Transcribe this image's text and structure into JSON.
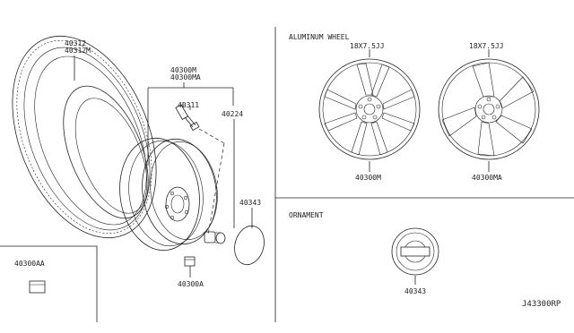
{
  "labels": {
    "tire": [
      "40312",
      "40312M"
    ],
    "wheel_assy": [
      "40300M",
      "40300MA"
    ],
    "valve": "40311",
    "nut": "40224",
    "cap_left": "40343",
    "weight_box": "40300AA",
    "weight": "40300A",
    "alu_title": "ALUMINUM WHEEL",
    "size_left": "18X7.5JJ",
    "size_right": "18X7.5JJ",
    "alu_left_part": "40300M",
    "alu_right_part": "40300MA",
    "orn_title": "ORNAMENT",
    "orn_part": "40343",
    "ref": "J43300RP"
  },
  "icons": {
    "tire": "tire-icon",
    "steel_wheel": "steel-wheel-icon",
    "valve": "valve-icon",
    "nut": "lug-nut-icon",
    "cap": "center-cap-icon",
    "weight": "balance-weight-icon",
    "alloy": "alloy-wheel-icon",
    "emblem": "nissan-emblem-icon"
  }
}
